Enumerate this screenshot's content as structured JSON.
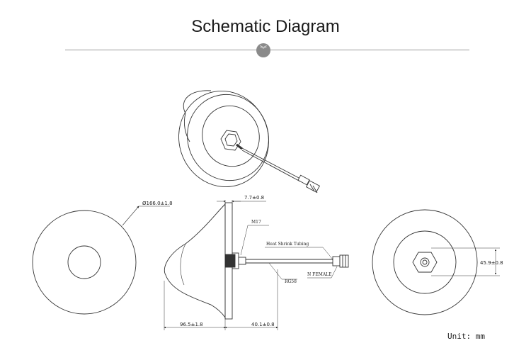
{
  "header": {
    "title": "Schematic Diagram",
    "divider_icon": "double-chevron-down-icon"
  },
  "front_view": {
    "diameter_label": "Ø166.0±1.8"
  },
  "side_view": {
    "thickness_label": "7.7±0.8",
    "thread_label": "M17",
    "tubing_label": "Heat Shrink Tubing",
    "cable_label": "RG58",
    "connector_label": "N FEMALE",
    "height_label": "96.5±1.8",
    "connector_len_label": "40.1±0.8"
  },
  "back_view": {
    "hex_label": "45.9±0.8"
  },
  "footer": {
    "unit_label": "Unit: mm"
  }
}
